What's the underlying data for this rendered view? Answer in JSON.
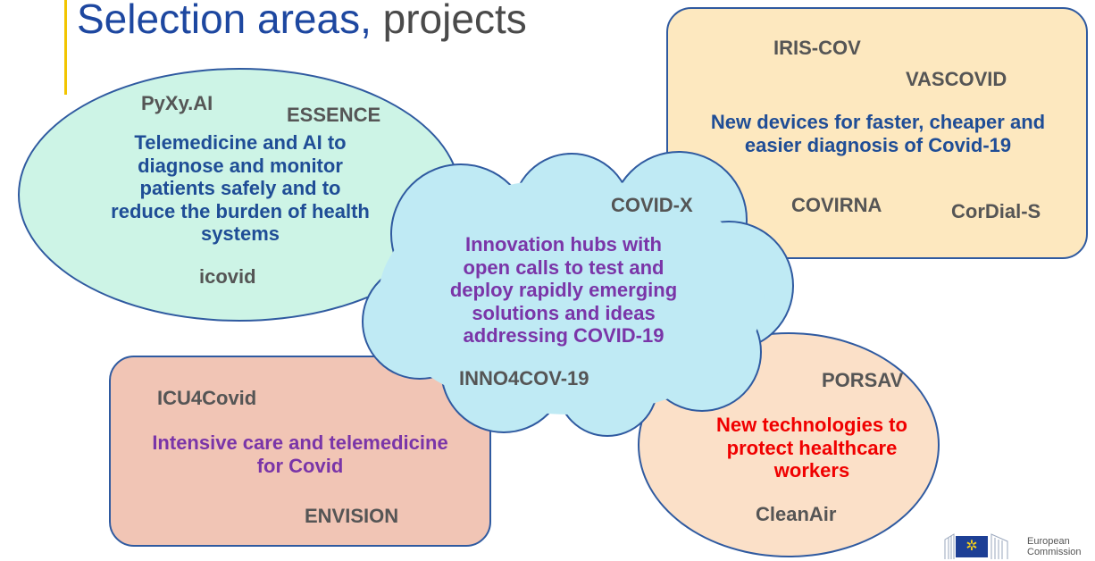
{
  "slide": {
    "title_part1": "Selection areas,",
    "title_part2": "projects"
  },
  "areas": {
    "telemedicine_ai": {
      "description": "Telemedicine and AI to\ndiagnose and monitor\npatients safely and to\nreduce the burden of health\nsystems",
      "projects": [
        "PyXy.AI",
        "ESSENCE",
        "icovid"
      ]
    },
    "devices": {
      "description": "New devices for faster, cheaper and\neasier diagnosis of Covid-19",
      "projects": [
        "IRIS-COV",
        "VASCOVID",
        "COVIRNA",
        "CorDial-S"
      ]
    },
    "innovation_hubs": {
      "description": "Innovation hubs with\nopen calls to test and\ndeploy rapidly emerging\nsolutions and ideas\naddressing COVID-19",
      "projects": [
        "COVID-X",
        "INNO4COV-19"
      ]
    },
    "intensive_care": {
      "description": "Intensive care and telemedicine\nfor Covid",
      "projects": [
        "ICU4Covid",
        "ENVISION"
      ]
    },
    "healthcare_workers": {
      "description": "New technologies to\nprotect healthcare\nworkers",
      "projects": [
        "PORSAV",
        "CleanAir"
      ]
    }
  },
  "logo": {
    "text": "European\nCommission"
  },
  "colors": {
    "title_blue": "#1d47a0",
    "title_accent": "#f2c500",
    "desc_blue": "#1f4d96",
    "desc_purple": "#7a35a8",
    "desc_red": "#f00000",
    "mint": "#cdf4e6",
    "cream": "#fde8bf",
    "salmon": "#f1c5b5",
    "peach": "#fbe0c8",
    "cloud": "#bfeaf4"
  }
}
